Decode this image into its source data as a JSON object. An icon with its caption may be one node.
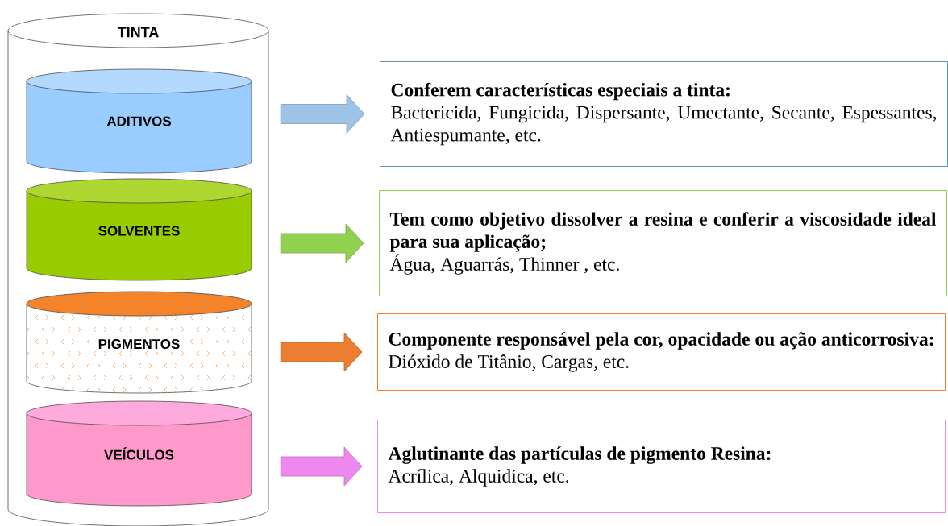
{
  "diagram": {
    "nodes": [
      {
        "text": [
          "TINTA"
        ]
      },
      {
        "text": [
          "ADITIVOS"
        ],
        "in": 0
      },
      {
        "text": [
          "SOLVENTES"
        ],
        "in": 0
      },
      {
        "text": [
          "PIGMENTOS"
        ],
        "in": 0
      },
      {
        "text": [
          "VEÍCULOS"
        ],
        "in": 0
      },
      {
        "text": [
          "Conferem características especiais a tinta:",
          "Bactericida, Fungicida, Dispersante, Umectante, Secante, Espessantes, Antiespumante, etc."
        ]
      },
      {
        "text": [
          "Tem como objetivo dissolver a resina e conferir a viscosidade ideal para sua aplicação;",
          "Água, Aguarrás, Thinner , etc."
        ]
      },
      {
        "text": [
          "**Componente responsável pela cor, opacidade ou ação anticorrosiva:** Dióxido de Titânio, Cargas, etc."
        ]
      },
      {
        "text": [
          "Aglutinante das partículas de pigmento Resina:",
          "Acrílica, Alquidica, etc."
        ]
      }
    ],
    "edges": [
      {
        "from": 1,
        "to": 5,
        "arrow": "to",
        "color": "#9dc3e6"
      },
      {
        "from": 2,
        "to": 6,
        "arrow": "to",
        "color": "#92d050"
      },
      {
        "from": 3,
        "to": 7,
        "arrow": "to",
        "color": "#ed7d31"
      },
      {
        "from": 4,
        "to": 8,
        "arrow": "to",
        "color": "#ee88ee"
      }
    ]
  }
}
